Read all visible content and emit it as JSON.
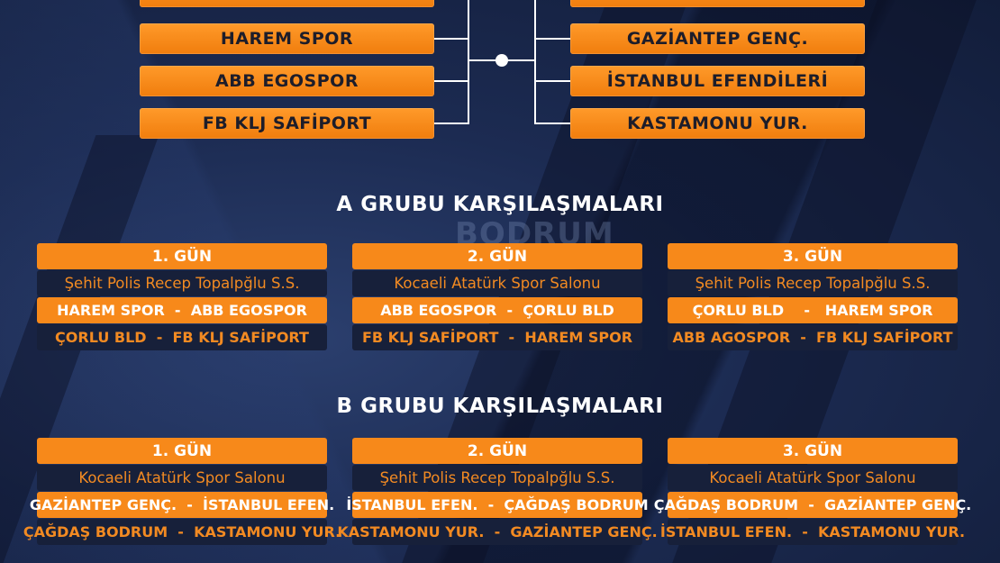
{
  "bracket": {
    "left_teams": [
      "",
      "HAREM SPOR",
      "ABB EGOSPOR",
      "FB KLJ SAFİPORT"
    ],
    "right_teams": [
      "",
      "GAZİANTEP GENÇ.",
      "İSTANBUL EFENDİLERİ",
      "KASTAMONU YUR."
    ]
  },
  "watermark": "BODRUM",
  "group_a": {
    "title": "A GRUBU KARŞILAŞMALARI",
    "days": [
      {
        "day": "1. GÜN",
        "venue": "Şehit Polis Recep Topalpğlu S.S.",
        "match1": "HAREM SPOR  -  ABB EGOSPOR",
        "match2": "ÇORLU BLD  -  FB KLJ SAFİPORT"
      },
      {
        "day": "2. GÜN",
        "venue": "Kocaeli Atatürk Spor Salonu",
        "match1": "ABB EGOSPOR  -  ÇORLU BLD",
        "match2": "FB KLJ SAFİPORT  -  HAREM SPOR"
      },
      {
        "day": "3. GÜN",
        "venue": "Şehit Polis Recep Topalpğlu S.S.",
        "match1": "ÇORLU BLD    -   HAREM SPOR",
        "match2": "ABB AGOSPOR  -  FB KLJ SAFİPORT"
      }
    ]
  },
  "group_b": {
    "title": "B GRUBU KARŞILAŞMALARI",
    "days": [
      {
        "day": "1. GÜN",
        "venue": "Kocaeli Atatürk Spor Salonu",
        "match1": "GAZİANTEP GENÇ.  -  İSTANBUL EFEN.",
        "match2": "ÇAĞDAŞ BODRUM  -  KASTAMONU YUR."
      },
      {
        "day": "2. GÜN",
        "venue": "Şehit Polis Recep Topalpğlu S.S.",
        "match1": "İSTANBUL EFEN.  -  ÇAĞDAŞ BODRUM",
        "match2": "KASTAMONU YUR.  -  GAZİANTEP GENÇ."
      },
      {
        "day": "3. GÜN",
        "venue": "Kocaeli Atatürk Spor Salonu",
        "match1": "ÇAĞDAŞ BODRUM  -  GAZİANTEP GENÇ.",
        "match2": "İSTANBUL EFEN.  -  KASTAMONU YUR."
      }
    ]
  },
  "colors": {
    "orange": "#f7891a",
    "dark": "#17203a",
    "background": "#1b2a4e"
  }
}
